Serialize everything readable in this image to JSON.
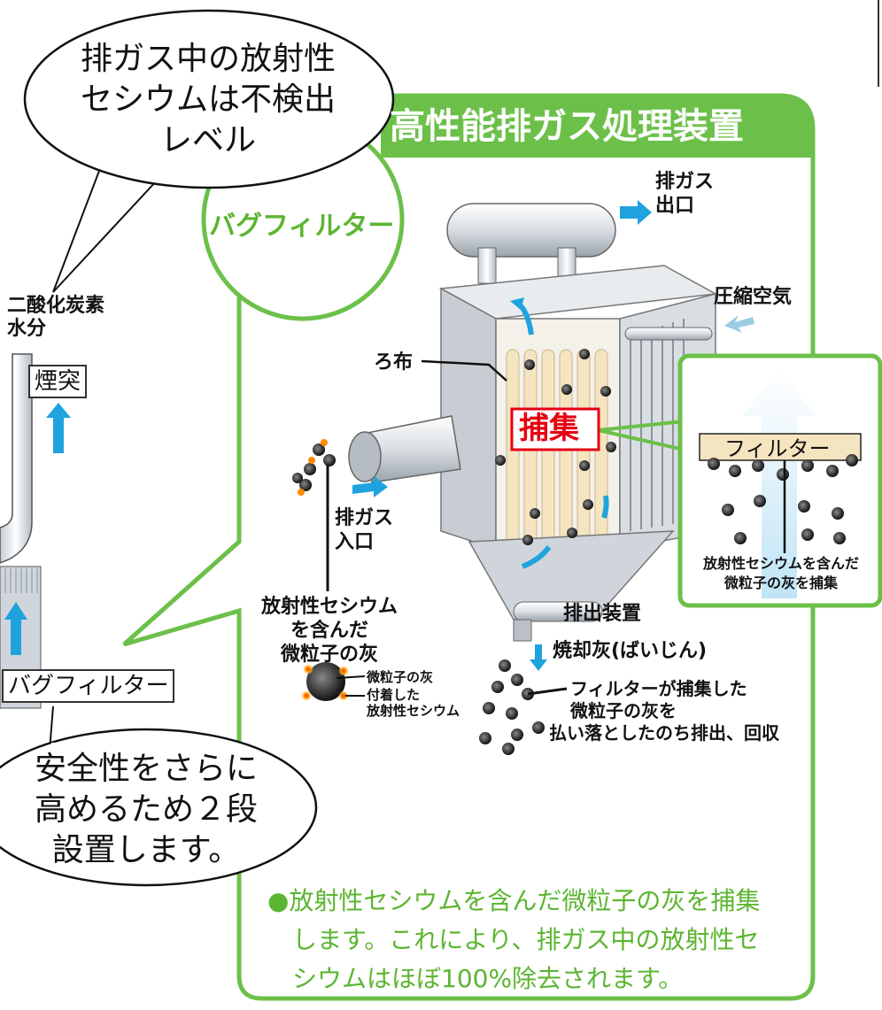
{
  "colors": {
    "green": "#6cc04a",
    "green_text": "#5cb531",
    "blue": "#1fa3df",
    "red": "#e60012",
    "filter_cream": "#f5e4c0",
    "metal": "#d6dbe0"
  },
  "bubble_top": {
    "lines": [
      "排ガス中の放射性",
      "セシウムは不検出",
      "レベル"
    ]
  },
  "bubble_bottom": {
    "lines": [
      "安全性をさらに",
      "高めるため２段",
      "設置します。"
    ]
  },
  "left": {
    "gas_label_1": "二酸化炭素",
    "gas_label_2": "水分",
    "chimney": "煙突",
    "bagfilter_box": "バグフィルター"
  },
  "panel": {
    "title": "高性能排ガス処理装置",
    "circle_label": "バグフィルター",
    "exhaust_out": [
      "排ガス",
      "出口"
    ],
    "compressed_air": "圧縮空気",
    "cloth": "ろ布",
    "capture": "捕集",
    "exhaust_in": [
      "排ガス",
      "入口"
    ],
    "ash_label": [
      "放射性セシウム",
      "を含んだ",
      "微粒子の灰"
    ],
    "legend_particle": "微粒子の灰",
    "legend_cesium": [
      "付着した",
      "放射性セシウム"
    ],
    "discharge": "排出装置",
    "incineration_ash": "焼却灰(ばいじん)",
    "shake_note": [
      "フィルターが捕集した",
      "微粒子の灰を",
      "払い落としたのち排出、回収"
    ],
    "inset_filter": "フィルター",
    "inset_caption": [
      "放射性セシウムを含んだ",
      "微粒子の灰を捕集"
    ],
    "note": [
      "●放射性セシウムを含んだ微粒子の灰を捕集",
      "　します。これにより、排ガス中の放射性セ",
      "　シウムはほぼ100%除去されます。"
    ]
  }
}
